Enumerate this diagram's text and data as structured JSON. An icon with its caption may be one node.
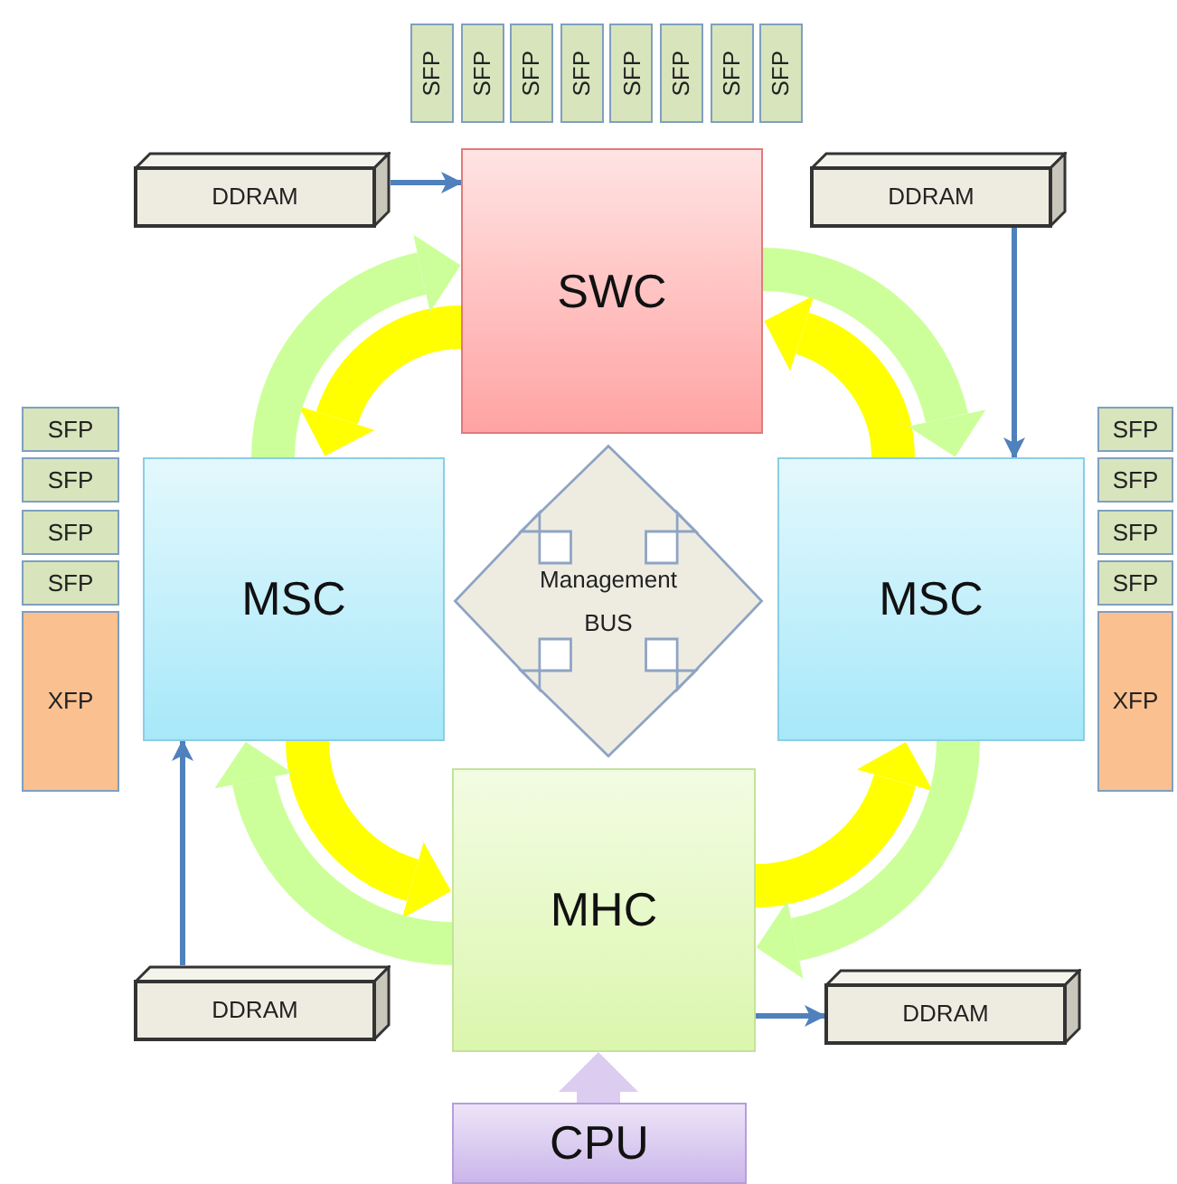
{
  "diagram": {
    "nodes": [
      {
        "text": [
          "SWC"
        ]
      },
      {
        "text": [
          "MSC"
        ]
      },
      {
        "text": [
          "MSC"
        ]
      },
      {
        "text": [
          "MHC"
        ]
      },
      {
        "text": [
          "CPU"
        ]
      },
      {
        "text": [
          "Management BUS"
        ]
      },
      {
        "text": [
          "DDRAM"
        ]
      },
      {
        "text": [
          "DDRAM"
        ]
      },
      {
        "text": [
          "DDRAM"
        ]
      },
      {
        "text": [
          "DDRAM"
        ]
      },
      {
        "text": [
          "SFP"
        ]
      },
      {
        "text": [
          "SFP"
        ]
      },
      {
        "text": [
          "SFP"
        ]
      },
      {
        "text": [
          "SFP"
        ]
      },
      {
        "text": [
          "SFP"
        ]
      },
      {
        "text": [
          "SFP"
        ]
      },
      {
        "text": [
          "SFP"
        ]
      },
      {
        "text": [
          "SFP"
        ]
      },
      {
        "text": [
          "SFP"
        ]
      },
      {
        "text": [
          "SFP"
        ]
      },
      {
        "text": [
          "SFP"
        ]
      },
      {
        "text": [
          "SFP"
        ]
      },
      {
        "text": [
          "XFP"
        ]
      },
      {
        "text": [
          "SFP"
        ]
      },
      {
        "text": [
          "SFP"
        ]
      },
      {
        "text": [
          "SFP"
        ]
      },
      {
        "text": [
          "SFP"
        ]
      },
      {
        "text": [
          "XFP"
        ]
      }
    ],
    "edges": [
      {
        "from": 6,
        "to": 0,
        "arrow": "to"
      },
      {
        "from": 7,
        "to": 2,
        "arrow": "to"
      },
      {
        "from": 8,
        "to": 1,
        "arrow": "to"
      },
      {
        "from": 3,
        "to": 9,
        "arrow": "to"
      },
      {
        "from": 4,
        "to": 3,
        "arrow": "to",
        "color": "#dccdf0"
      },
      {
        "from": 0,
        "to": 1,
        "arrow": "to",
        "color": "#ffff00"
      },
      {
        "from": 1,
        "to": 0,
        "arrow": "to",
        "color": "#ccff99"
      },
      {
        "from": 1,
        "to": 3,
        "arrow": "to",
        "color": "#ffff00"
      },
      {
        "from": 3,
        "to": 1,
        "arrow": "to",
        "color": "#ccff99"
      },
      {
        "from": 3,
        "to": 2,
        "arrow": "to",
        "color": "#ffff00"
      },
      {
        "from": 2,
        "to": 3,
        "arrow": "to",
        "color": "#ccff99"
      },
      {
        "from": 2,
        "to": 0,
        "arrow": "to",
        "color": "#ffff00"
      },
      {
        "from": 0,
        "to": 2,
        "arrow": "to",
        "color": "#ccff99"
      }
    ]
  }
}
